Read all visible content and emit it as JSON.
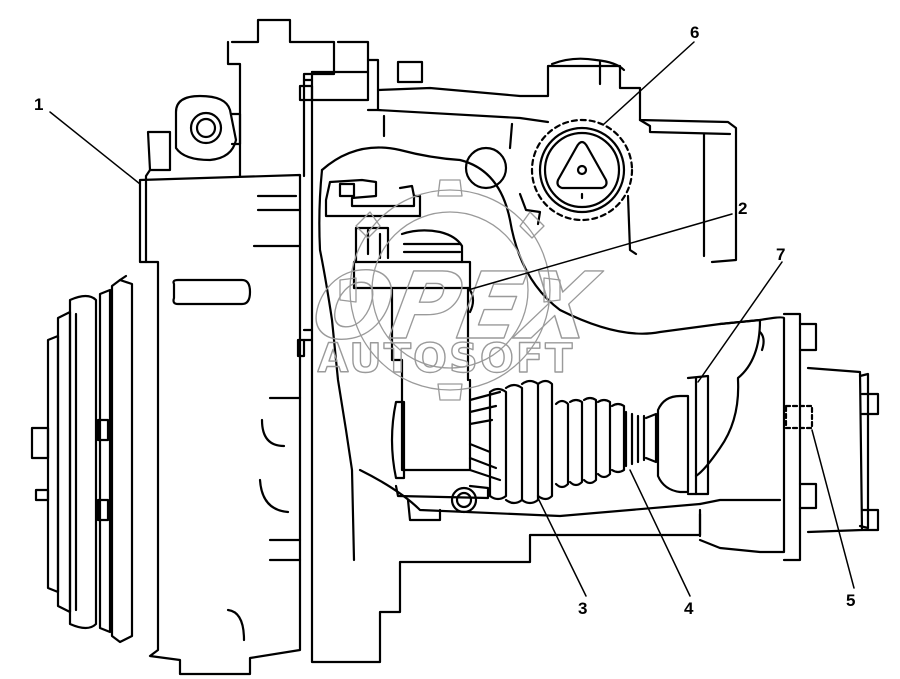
{
  "callouts": [
    {
      "number": "1"
    },
    {
      "number": "2"
    },
    {
      "number": "3"
    },
    {
      "number": "4"
    },
    {
      "number": "5"
    },
    {
      "number": "6"
    },
    {
      "number": "7"
    }
  ],
  "watermark": {
    "main": "OPEX",
    "sub": "AUTOSOFT"
  },
  "colors": {
    "line": "#000000",
    "watermark": "#9a9a9a",
    "background": "#ffffff"
  }
}
